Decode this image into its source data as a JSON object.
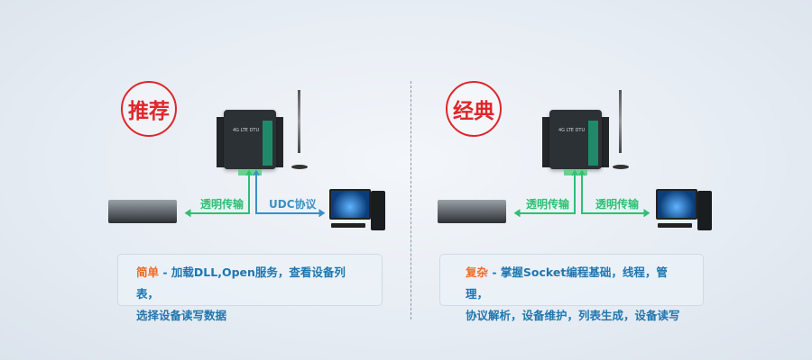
{
  "left": {
    "badge": "推荐",
    "device_label": "4G LTE DTU",
    "arrow_left_label": "透明传输",
    "arrow_right_label": "UDC协议",
    "desc_highlight": "简单",
    "desc_line1": " - 加载DLL,Open服务，查看设备列表，",
    "desc_line2": "选择设备读写数据"
  },
  "right": {
    "badge": "经典",
    "device_label": "4G LTE DTU",
    "arrow_left_label": "透明传输",
    "arrow_right_label": "透明传输",
    "desc_highlight": "复杂",
    "desc_line1": " - 掌握Socket编程基础，线程，管理，",
    "desc_line2": "协议解析，设备维护，列表生成，设备读写"
  },
  "colors": {
    "badge": "#e0262a",
    "green": "#2fbf73",
    "blue": "#3a8fc6",
    "highlight": "#f06a22",
    "text": "#1f76b0"
  }
}
